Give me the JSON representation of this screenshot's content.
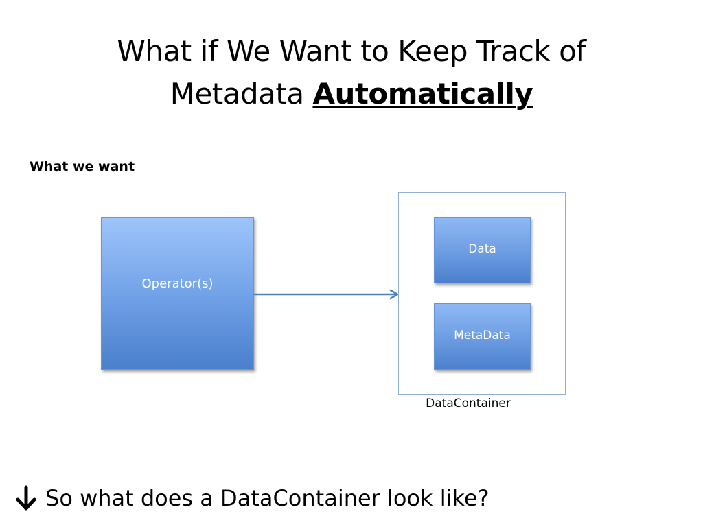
{
  "title": {
    "line1": "What if We Want to Keep Track of",
    "line2_prefix": "Metadata ",
    "line2_emphasis": "Automatically"
  },
  "subheading": "What we want",
  "diagram": {
    "operator_label": "Operator(s)",
    "data_label": "Data",
    "metadata_label": "MetaData",
    "container_label": "DataContainer",
    "colors": {
      "box_top": "#9ec5fb",
      "box_bottom": "#4a7fcc",
      "box_border": "#6b95cf",
      "arrow": "#4f7fbd",
      "container_border": "#8fb0d8"
    }
  },
  "footer": {
    "icon": "down-arrow-icon",
    "text": "So what does a DataContainer look like?"
  }
}
